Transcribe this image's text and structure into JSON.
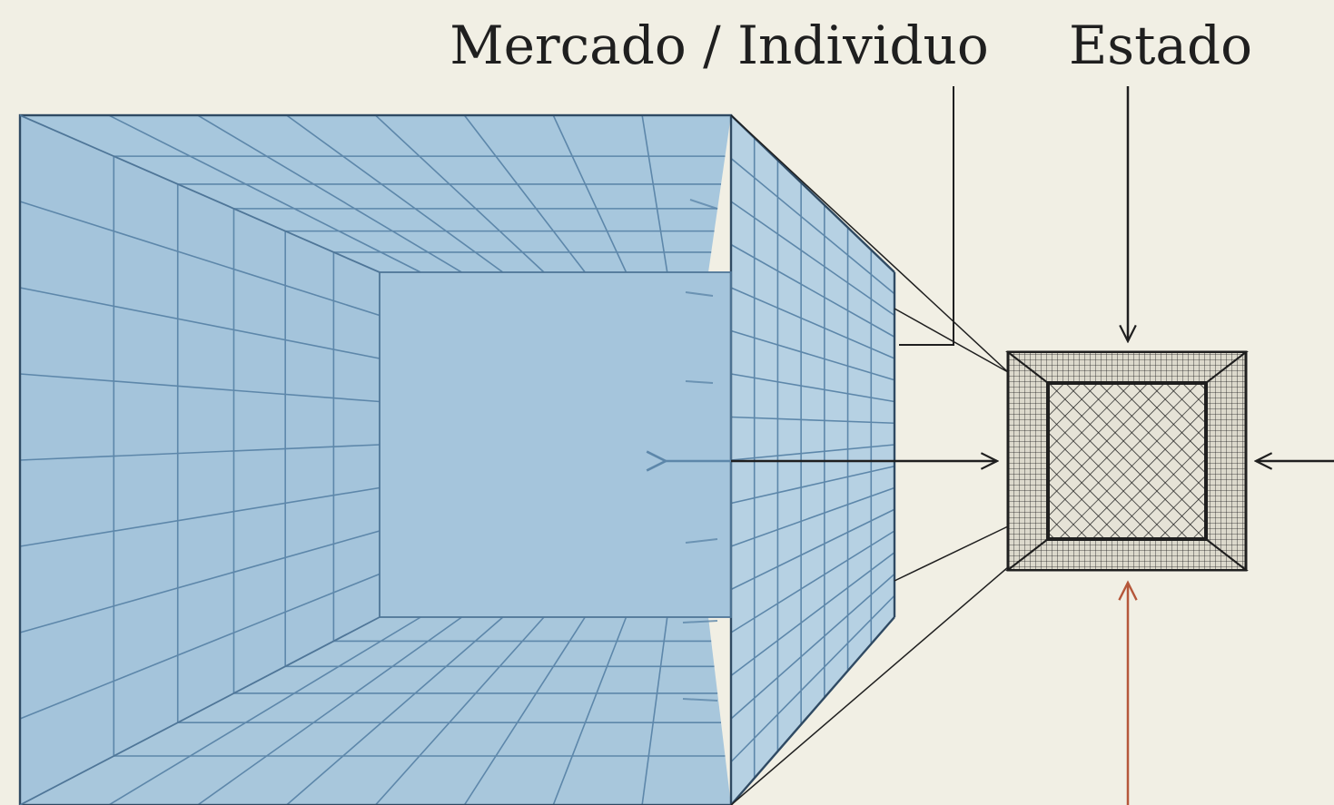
{
  "labels": {
    "market": "Mercado / Individuo",
    "state": "Estado"
  },
  "colors": {
    "background": "#f1efe4",
    "large_cube_fill": "#a9c8de",
    "large_cube_inner": "#a3c4dc",
    "grid_line": "#5d87aa",
    "edge_line": "#2f4a63",
    "ink": "#1f1f1f",
    "highlight_arrow": "#b5573a"
  },
  "elements": {
    "large_cube": "expanded-grid-cube",
    "small_cube": "dense-mesh-cube",
    "arrows": [
      "right-arrow",
      "left-arrow",
      "down-arrow",
      "up-arrow",
      "callout-line"
    ]
  }
}
